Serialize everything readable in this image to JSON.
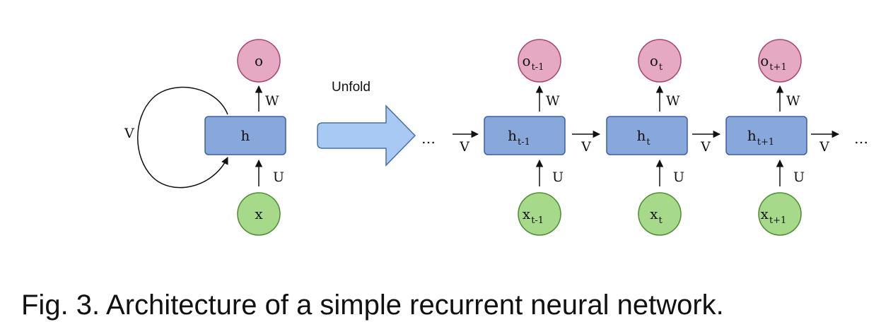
{
  "rolled": {
    "output": "o",
    "hidden": "h",
    "input": "x",
    "weight_w": "W",
    "weight_u": "U",
    "weight_v": "V"
  },
  "unfold_label": "Unfold",
  "unfolded": {
    "ellipsis_left": "…",
    "ellipsis_right": "…",
    "steps": [
      {
        "output": "o",
        "output_sub": "t-1",
        "hidden": "h",
        "hidden_sub": "t-1",
        "input": "x",
        "input_sub": "t-1",
        "w": "W",
        "u": "U",
        "v_in": "V"
      },
      {
        "output": "o",
        "output_sub": "t",
        "hidden": "h",
        "hidden_sub": "t",
        "input": "x",
        "input_sub": "t",
        "w": "W",
        "u": "U",
        "v_in": "V"
      },
      {
        "output": "o",
        "output_sub": "t+1",
        "hidden": "h",
        "hidden_sub": "t+1",
        "input": "x",
        "input_sub": "t+1",
        "w": "W",
        "u": "U",
        "v_in": "V"
      }
    ],
    "v_out": "V"
  },
  "colors": {
    "output_fill": "#e5a9c4",
    "output_stroke": "#a8446f",
    "hidden_fill": "#88a8dc",
    "hidden_stroke": "#3b5f9e",
    "input_fill": "#a6d98a",
    "input_stroke": "#4e8c33",
    "unfold_arrow_fill": "#a9c9f5",
    "unfold_arrow_stroke": "#4a6f9e"
  },
  "caption": "Fig. 3. Architecture of a simple recurrent neural network."
}
